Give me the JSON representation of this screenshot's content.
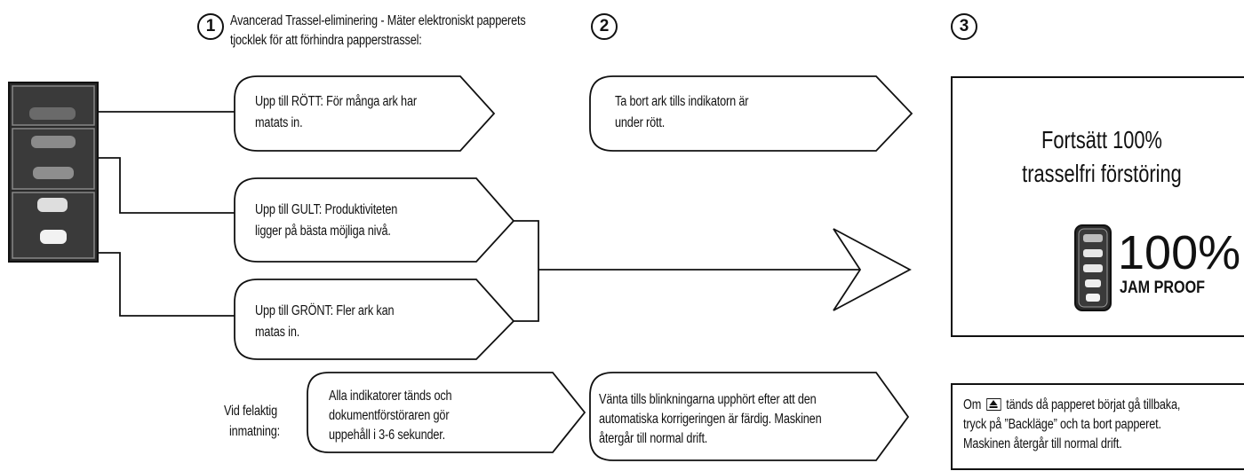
{
  "steps": [
    {
      "number": "1",
      "heading_line1": "Avancerad Trassel-eliminering - Mäter elektroniskt papperets",
      "heading_line2": "tjocklek för att förhindra papperstrassel:"
    },
    {
      "number": "2"
    },
    {
      "number": "3"
    }
  ],
  "indicators": [
    {
      "line1": "Upp till RÖTT: För många ark har",
      "line2": "matats in."
    },
    {
      "line1": "Upp till GULT: Produktiviteten",
      "line2": "ligger på bästa möjliga nivå."
    },
    {
      "line1": "Upp till GRÖNT: Fler ark kan",
      "line2": "matas in."
    }
  ],
  "remove_sheets": {
    "line1": "Ta bort ark tills indikatorn är",
    "line2": "under rött."
  },
  "result": {
    "line1": "Fortsätt 100%",
    "line2": "trasselfri förstöring",
    "percent": "100%",
    "badge": "JAM PROOF"
  },
  "misfeed": {
    "label_line1": "Vid felaktig",
    "label_line2": "inmatning:",
    "symptom": {
      "line1": "Alla indikatorer tänds och",
      "line2": "dokumentförstöraren gör",
      "line3": "uppehåll i 3-6 sekunder."
    },
    "action": {
      "line1": "Vänta tills blinkningarna upphört efter att den",
      "line2": "automatiska korrigeringen är färdig. Maskinen",
      "line3": "återgår till normal drift."
    }
  },
  "reverse_note": {
    "line1_pre": "Om",
    "line1_post": "tänds då papperet börjat gå tillbaka,",
    "line2": "tryck på ”Backläge” och ta bort papperet.",
    "line3": "Maskinen återgår till normal drift."
  }
}
